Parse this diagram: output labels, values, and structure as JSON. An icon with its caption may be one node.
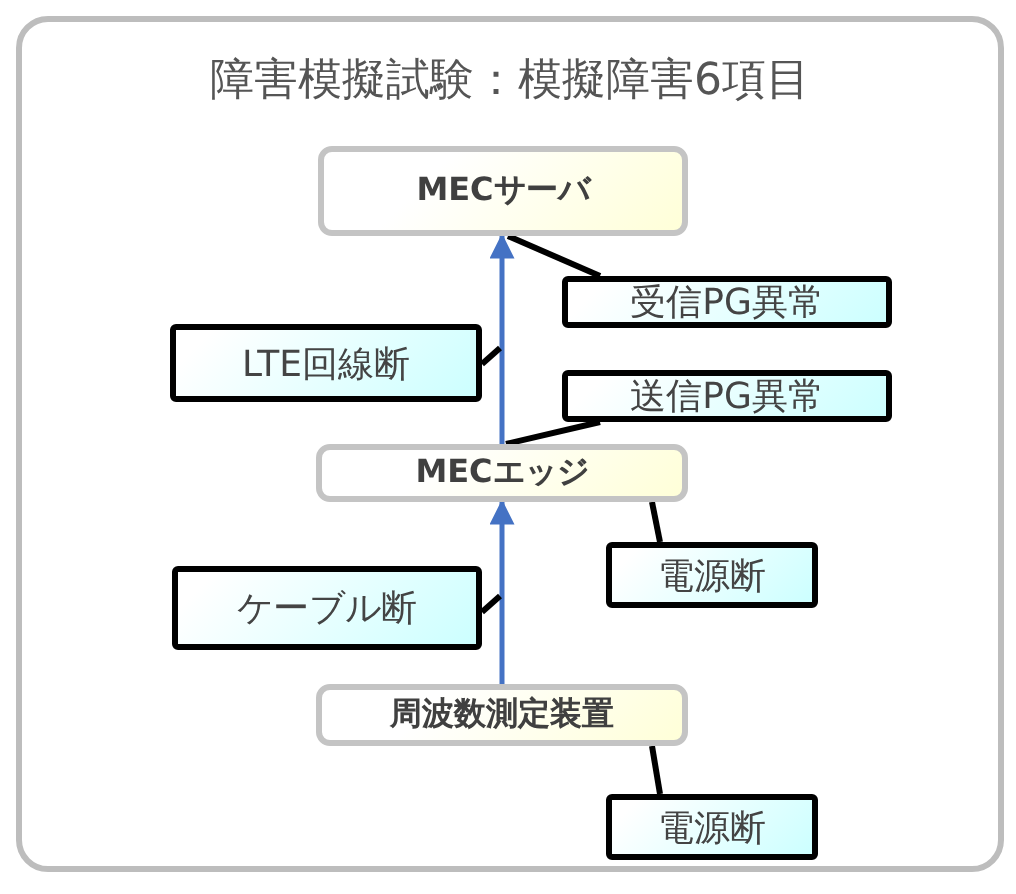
{
  "diagram": {
    "nodes": [
      {
        "text": [
          "障害模擬試験：模擬障害6項目"
        ]
      },
      {
        "text": [
          "MECサーバ"
        ],
        "in": 0
      },
      {
        "text": [
          "受信PG異常"
        ],
        "in": 0
      },
      {
        "text": [
          "LTE回線断"
        ],
        "in": 0
      },
      {
        "text": [
          "送信PG異常"
        ],
        "in": 0
      },
      {
        "text": [
          "MECエッジ"
        ],
        "in": 0
      },
      {
        "text": [
          "電源断"
        ],
        "in": 0
      },
      {
        "text": [
          "ケーブル断"
        ],
        "in": 0
      },
      {
        "text": [
          "周波数測定装置"
        ],
        "in": 0
      },
      {
        "text": [
          "電源断"
        ],
        "in": 0
      }
    ],
    "edges": [
      {
        "from": 5,
        "to": 1,
        "arrow": "to",
        "color": "#4472c4"
      },
      {
        "from": 8,
        "to": 5,
        "arrow": "to",
        "color": "#4472c4"
      },
      {
        "from": 2,
        "to": 1,
        "arrow": "none"
      },
      {
        "from": 3,
        "to": null,
        "arrow": "none"
      },
      {
        "from": 4,
        "to": 5,
        "arrow": "none"
      },
      {
        "from": 6,
        "to": 5,
        "arrow": "none"
      },
      {
        "from": 7,
        "to": null,
        "arrow": "none"
      },
      {
        "from": 9,
        "to": 8,
        "arrow": "none"
      }
    ]
  }
}
